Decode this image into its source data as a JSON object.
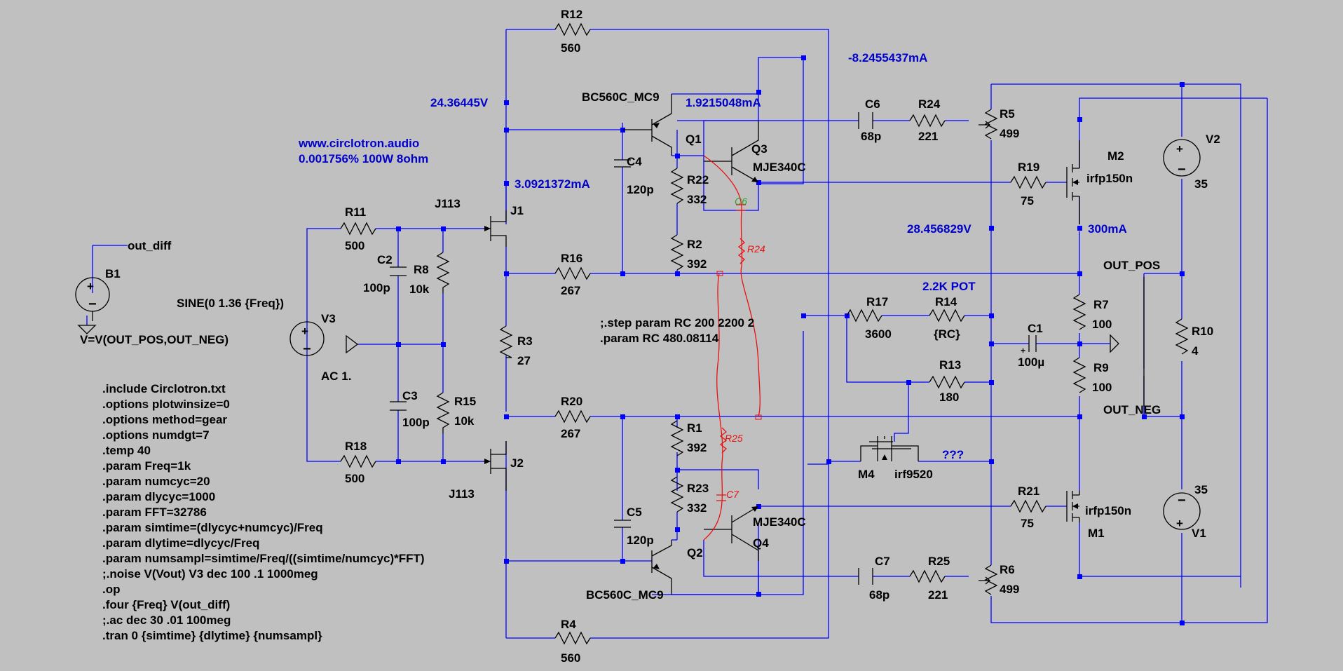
{
  "components": {
    "R12": {
      "name": "R12",
      "value": "560"
    },
    "R4": {
      "name": "R4",
      "value": "560"
    },
    "R11": {
      "name": "R11",
      "value": "500"
    },
    "R18": {
      "name": "R18",
      "value": "500"
    },
    "R8": {
      "name": "R8",
      "value": "10k"
    },
    "R15": {
      "name": "R15",
      "value": "10k"
    },
    "R16": {
      "name": "R16",
      "value": "267"
    },
    "R20": {
      "name": "R20",
      "value": "267"
    },
    "R3": {
      "name": "R3",
      "value": "27"
    },
    "R22": {
      "name": "R22",
      "value": "332"
    },
    "R23": {
      "name": "R23",
      "value": "332"
    },
    "R2": {
      "name": "R2",
      "value": "392"
    },
    "R1": {
      "name": "R1",
      "value": "392"
    },
    "R24": {
      "name": "R24",
      "value": "221"
    },
    "R25": {
      "name": "R25",
      "value": "221"
    },
    "R5": {
      "name": "R5",
      "value": "499"
    },
    "R6": {
      "name": "R6",
      "value": "499"
    },
    "R19": {
      "name": "R19",
      "value": "75"
    },
    "R21": {
      "name": "R21",
      "value": "75"
    },
    "R17": {
      "name": "R17",
      "value": "3600"
    },
    "R14": {
      "name": "R14",
      "value": "{RC}"
    },
    "R13": {
      "name": "R13",
      "value": "180"
    },
    "R7": {
      "name": "R7",
      "value": "100"
    },
    "R9": {
      "name": "R9",
      "value": "100"
    },
    "R10": {
      "name": "R10",
      "value": "4"
    },
    "C2": {
      "name": "C2",
      "value": "100p"
    },
    "C3": {
      "name": "C3",
      "value": "100p"
    },
    "C4": {
      "name": "C4",
      "value": "120p"
    },
    "C5": {
      "name": "C5",
      "value": "120p"
    },
    "C6": {
      "name": "C6",
      "value": "68p"
    },
    "C7": {
      "name": "C7",
      "value": "68p"
    },
    "C1": {
      "name": "C1",
      "value": "100µ"
    },
    "J1": {
      "name": "J1",
      "value": "J113"
    },
    "J2": {
      "name": "J2",
      "value": "J113"
    },
    "Q1": {
      "name": "Q1",
      "model": "BC560C_MC9"
    },
    "Q2": {
      "name": "Q2",
      "model": "BC560C_MC9"
    },
    "Q3": {
      "name": "Q3",
      "model": "MJE340C"
    },
    "Q4": {
      "name": "Q4",
      "model": "MJE340C"
    },
    "M1": {
      "name": "M1",
      "model": "irfp150n"
    },
    "M2": {
      "name": "M2",
      "model": "irfp150n"
    },
    "M4": {
      "name": "M4",
      "model": "irf9520"
    },
    "V1": {
      "name": "V1",
      "value": "35"
    },
    "V2": {
      "name": "V2",
      "value": "35"
    },
    "V3": {
      "name": "V3",
      "value": "SINE(0 1.36 {Freq})",
      "ac": "AC 1."
    },
    "B1": {
      "name": "B1",
      "value": "V=V(OUT_POS,OUT_NEG)"
    }
  },
  "labels": {
    "out_diff": "out_diff",
    "out_pos": "OUT_POS",
    "out_neg": "OUT_NEG",
    "pot": "2.2K POT",
    "unknown": "???"
  },
  "readouts": {
    "v_24": "24.36445V",
    "v_28": "28.456829V",
    "i_q3": "-8.2455437mA",
    "i_q1": "1.9215048mA",
    "i_j1": "3.0921372mA",
    "i_m2": "300mA"
  },
  "info": {
    "url": "www.circlotron.audio",
    "spec": "0.001756% 100W 8ohm"
  },
  "params": [
    ";.step param RC  200 2200 2",
    ".param RC 480.08114"
  ],
  "directives": [
    ".include Circlotron.txt",
    ".options plotwinsize=0",
    ".options method=gear",
    ".options numdgt=7",
    ".temp 40",
    ".param Freq=1k",
    ".param numcyc=20",
    ".param dlycyc=1000",
    ".param FFT=32786",
    ".param simtime=(dlycyc+numcyc)/Freq",
    ".param dlytime=dlycyc/Freq",
    ".param numsampl=simtime/Freq/((simtime/numcyc)*FFT)",
    ";.noise V(Vout) V3 dec 100 .1 1000meg",
    ".op",
    ".four {Freq} V(out_diff)",
    ";.ac dec 30 .01 100meg",
    ".tran 0 {simtime} {dlytime} {numsampl}"
  ],
  "annotations": {
    "c6": "C6",
    "r24": "R24",
    "r25": "R25",
    "c7": "C7"
  },
  "colors": {
    "background": "#c0c0c0",
    "wire": "#0000ff",
    "component": "#000000",
    "readout": "#0000cd",
    "annotation": "#e81010",
    "annotation_alt": "#2ba02b"
  }
}
